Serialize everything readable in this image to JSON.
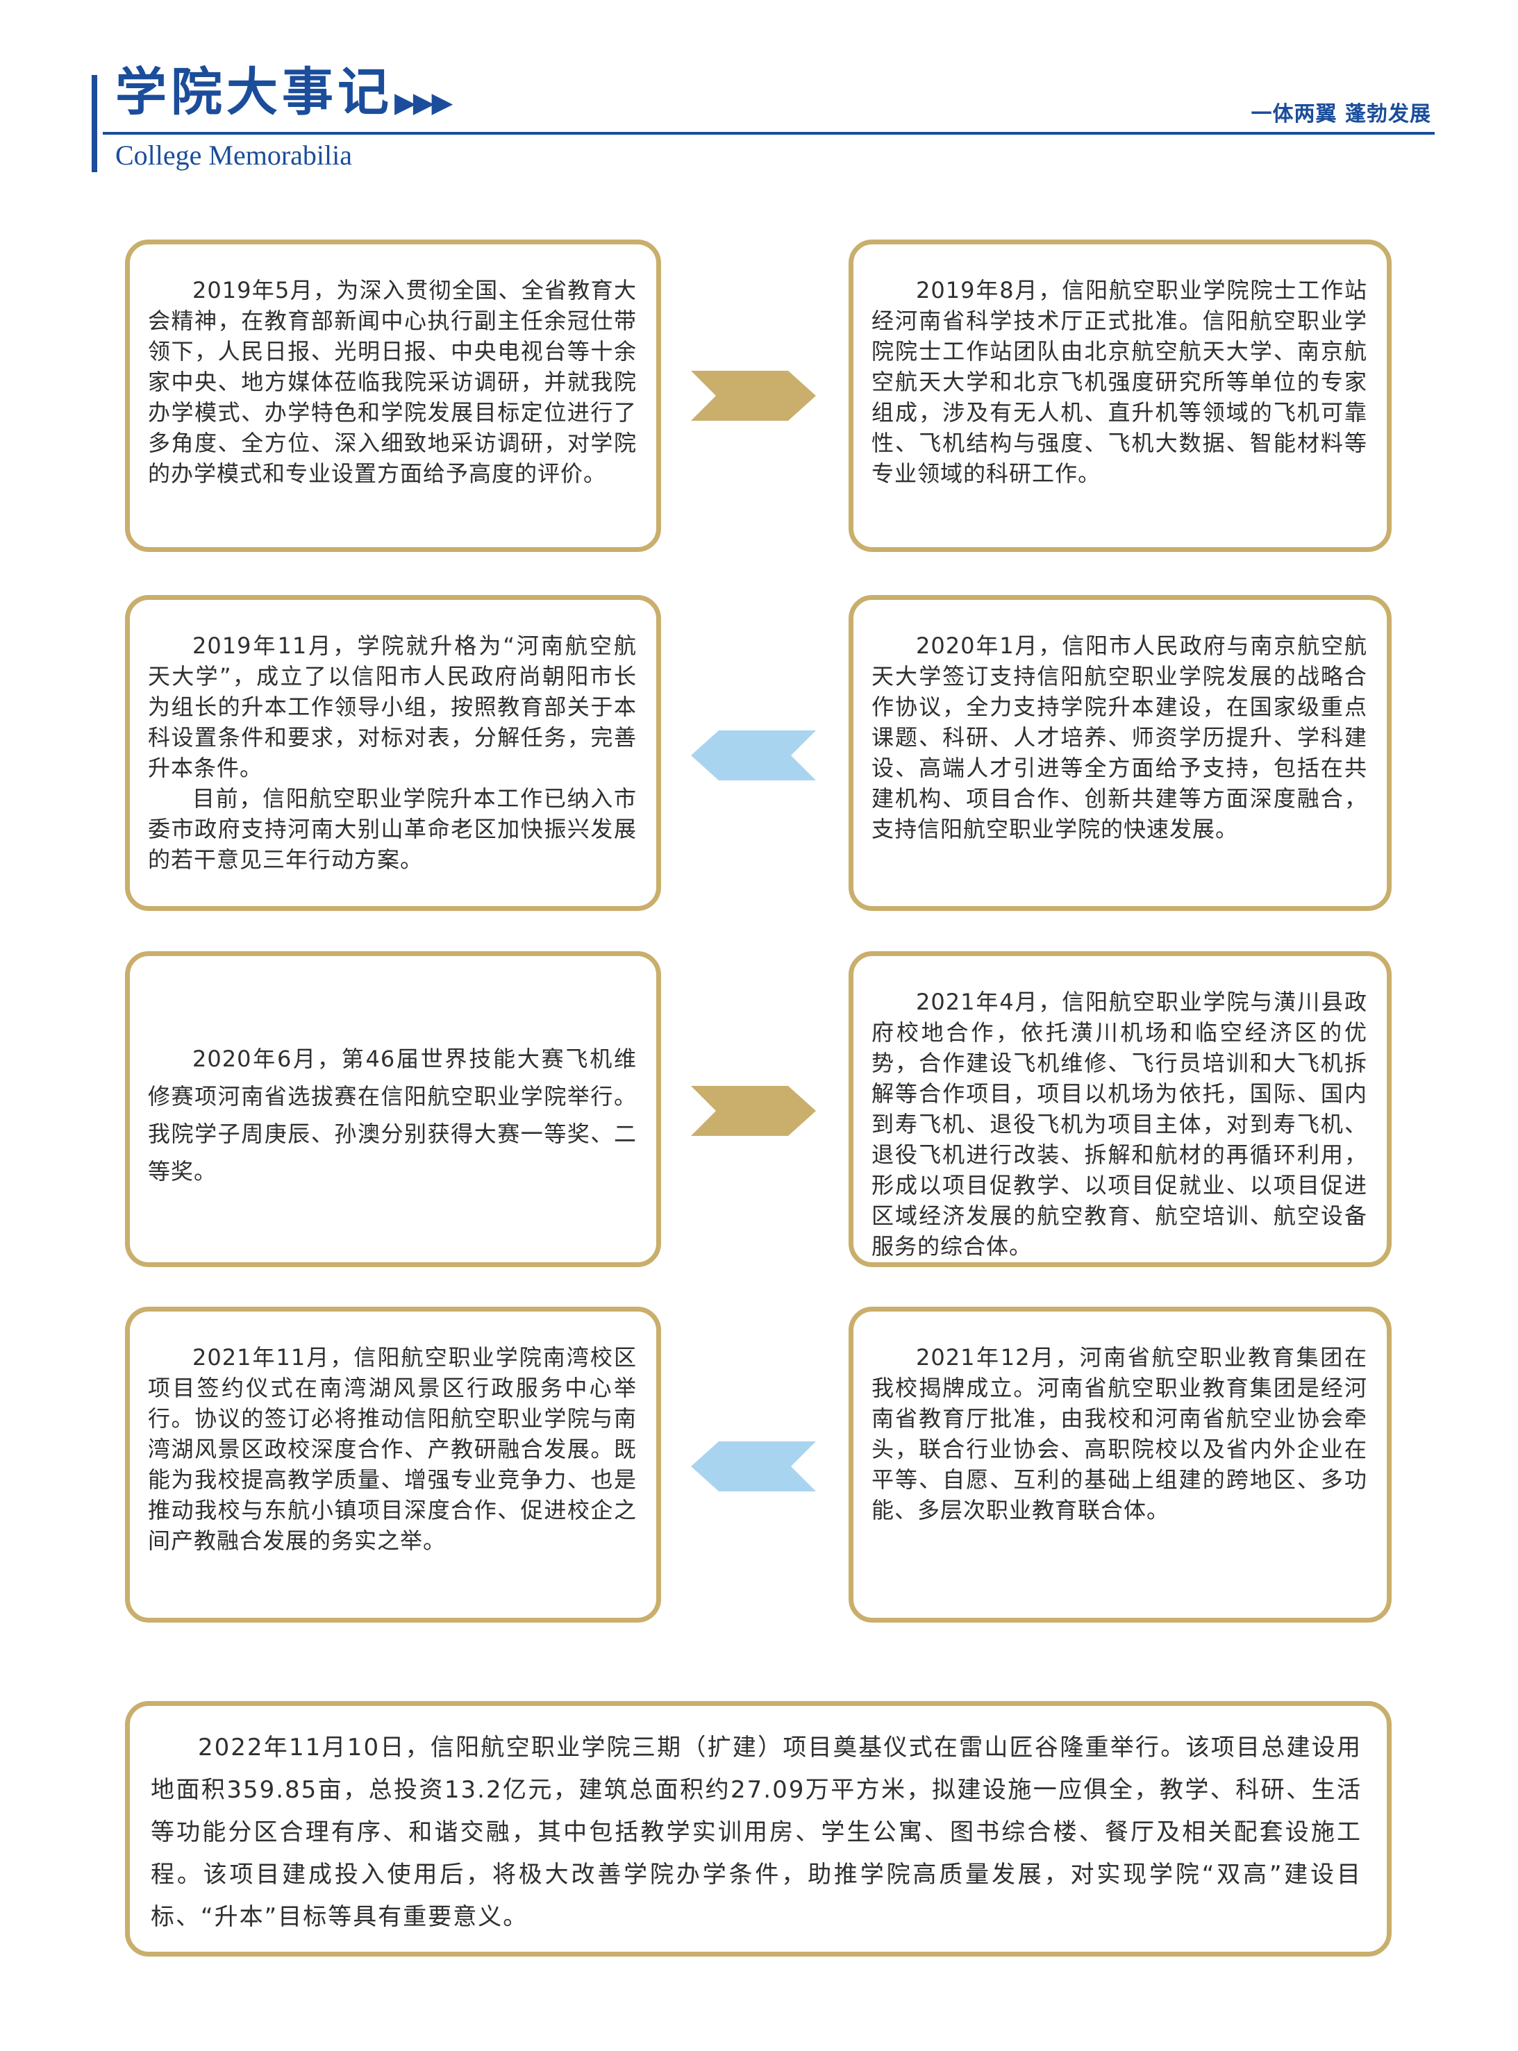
{
  "header": {
    "title": "学院大事记",
    "arrows": "▶▶▶",
    "subtitle": "College Memorabilia",
    "slogan": "一体两翼  蓬勃发展"
  },
  "colors": {
    "brand_blue": "#1b4d9b",
    "gold": "#c9ae6c",
    "light_blue": "#a9d4ef"
  },
  "events": [
    {
      "id": "e1",
      "paragraphs": [
        "2019年5月，为深入贯彻全国、全省教育大会精神，在教育部新闻中心执行副主任余冠仕带领下，人民日报、光明日报、中央电视台等十余家中央、地方媒体莅临我院采访调研，并就我院办学模式、办学特色和学院发展目标定位进行了多角度、全方位、深入细致地采访调研，对学院的办学模式和专业设置方面给予高度的评价。"
      ]
    },
    {
      "id": "e2",
      "paragraphs": [
        "2019年8月，信阳航空职业学院院士工作站经河南省科学技术厅正式批准。信阳航空职业学院院士工作站团队由北京航空航天大学、南京航空航天大学和北京飞机强度研究所等单位的专家组成，涉及有无人机、直升机等领域的飞机可靠性、飞机结构与强度、飞机大数据、智能材料等专业领域的科研工作。"
      ]
    },
    {
      "id": "e3",
      "paragraphs": [
        "2019年11月，学院就升格为“河南航空航天大学”，成立了以信阳市人民政府尚朝阳市长为组长的升本工作领导小组，按照教育部关于本科设置条件和要求，对标对表，分解任务，完善升本条件。",
        "目前，信阳航空职业学院升本工作已纳入市委市政府支持河南大别山革命老区加快振兴发展的若干意见三年行动方案。"
      ]
    },
    {
      "id": "e4",
      "paragraphs": [
        "2020年1月，信阳市人民政府与南京航空航天大学签订支持信阳航空职业学院发展的战略合作协议，全力支持学院升本建设，在国家级重点课题、科研、人才培养、师资学历提升、学科建设、高端人才引进等全方面给予支持，包括在共建机构、项目合作、创新共建等方面深度融合，支持信阳航空职业学院的快速发展。"
      ]
    },
    {
      "id": "e5",
      "paragraphs": [
        "2020年6月，第46届世界技能大赛飞机维修赛项河南省选拔赛在信阳航空职业学院举行。我院学子周庚辰、孙澳分别获得大赛一等奖、二等奖。"
      ]
    },
    {
      "id": "e6",
      "paragraphs": [
        "2021年4月，信阳航空职业学院与潢川县政府校地合作，依托潢川机场和临空经济区的优势，合作建设飞机维修、飞行员培训和大飞机拆解等合作项目，项目以机场为依托，国际、国内到寿飞机、退役飞机为项目主体，对到寿飞机、退役飞机进行改装、拆解和航材的再循环利用，形成以项目促教学、以项目促就业、以项目促进区域经济发展的航空教育、航空培训、航空设备服务的综合体。"
      ]
    },
    {
      "id": "e7",
      "paragraphs": [
        "2021年11月，信阳航空职业学院南湾校区项目签约仪式在南湾湖风景区行政服务中心举行。协议的签订必将推动信阳航空职业学院与南湾湖风景区政校深度合作、产教研融合发展。既能为我校提高教学质量、增强专业竞争力、也是推动我校与东航小镇项目深度合作、促进校企之间产教融合发展的务实之举。"
      ]
    },
    {
      "id": "e8",
      "paragraphs": [
        "2021年12月，河南省航空职业教育集团在我校揭牌成立。河南省航空职业教育集团是经河南省教育厅批准，由我校和河南省航空业协会牵头，联合行业协会、高职院校以及省内外企业在平等、自愿、互利的基础上组建的跨地区、多功能、多层次职业教育联合体。"
      ]
    },
    {
      "id": "e9",
      "paragraphs": [
        "2022年11月10日，信阳航空职业学院三期（扩建）项目奠基仪式在雷山匠谷隆重举行。该项目总建设用地面积359.85亩，总投资13.2亿元，建筑总面积约27.09万平方米，拟建设施一应俱全，教学、科研、生活等功能分区合理有序、和谐交融，其中包括教学实训用房、学生公寓、图书综合楼、餐厅及相关配套设施工程。该项目建成投入使用后，将极大改善学院办学条件，助推学院高质量发展，对实现学院“双高”建设目标、“升本”目标等具有重要意义。"
      ]
    }
  ],
  "connectors": [
    {
      "direction": "right",
      "color": "gold"
    },
    {
      "direction": "left",
      "color": "light_blue"
    },
    {
      "direction": "right",
      "color": "gold"
    },
    {
      "direction": "left",
      "color": "light_blue"
    }
  ]
}
